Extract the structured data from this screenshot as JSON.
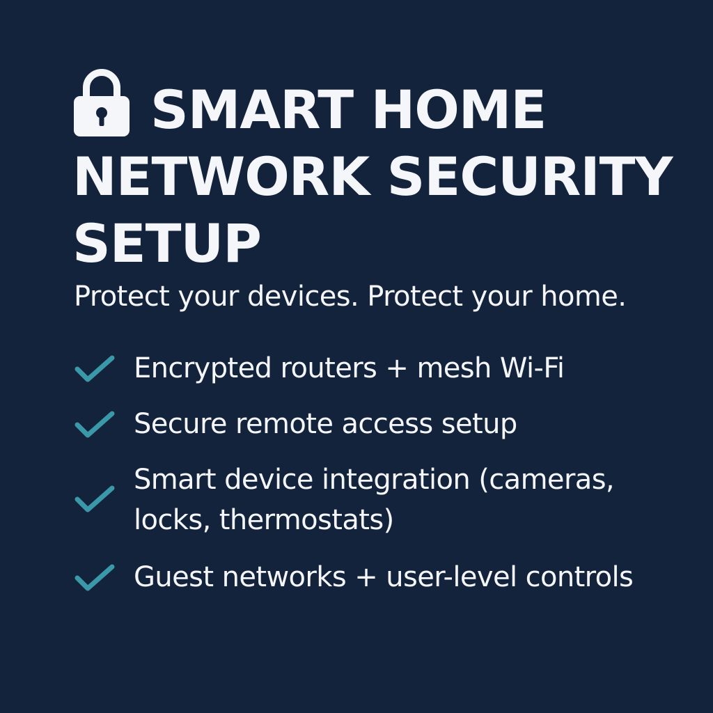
{
  "colors": {
    "background": "#14233c",
    "text": "#f4f6f9",
    "accent": "#3a98a8"
  },
  "header": {
    "icon": "lock-icon",
    "title": "SMART HOME NETWORK SECURITY SETUP"
  },
  "tagline": "Protect your devices. Protect your home.",
  "features": [
    {
      "icon": "check-icon",
      "label": "Encrypted routers + mesh Wi-Fi"
    },
    {
      "icon": "check-icon",
      "label": "Secure remote access setup"
    },
    {
      "icon": "check-icon",
      "label": "Smart device integration (cameras, locks, thermostats)"
    },
    {
      "icon": "check-icon",
      "label": "Guest networks + user-level controls"
    }
  ]
}
